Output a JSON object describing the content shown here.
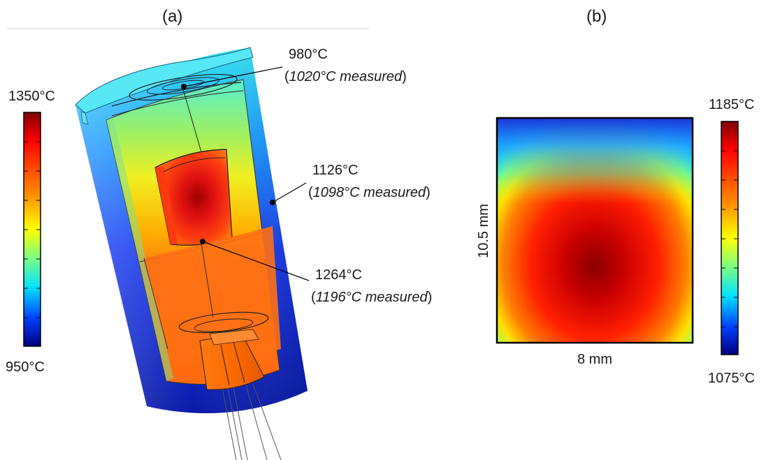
{
  "panel_a": {
    "label": "(a)",
    "colorbar": {
      "max_label": "1350°C",
      "min_label": "950°C",
      "max_value": 1350,
      "min_value": 950,
      "colormap": "jet"
    },
    "annotations": [
      {
        "value": "980°C",
        "measured_value": "1020°C measured",
        "open": "(",
        "close": ")"
      },
      {
        "value": "1126°C",
        "measured_value": "1098°C measured",
        "open": "(",
        "close": ")"
      },
      {
        "value": "1264°C",
        "measured_value": "1196°C measured",
        "open": "(",
        "close": ")"
      }
    ]
  },
  "panel_b": {
    "label": "(b)",
    "width_label": "8 mm",
    "height_label": "10.5 mm",
    "colorbar": {
      "max_label": "1185°C",
      "min_label": "1075°C",
      "max_value": 1185,
      "min_value": 1075,
      "colormap": "jet"
    }
  },
  "colors": {
    "jet_dark_red": "#7f0000",
    "jet_red": "#ff0000",
    "jet_orange": "#ff7f00",
    "jet_yellow": "#ffff00",
    "jet_green": "#7fff7f",
    "jet_cyan": "#00ffff",
    "jet_blue": "#0000ff",
    "jet_dark_blue": "#00007f"
  }
}
